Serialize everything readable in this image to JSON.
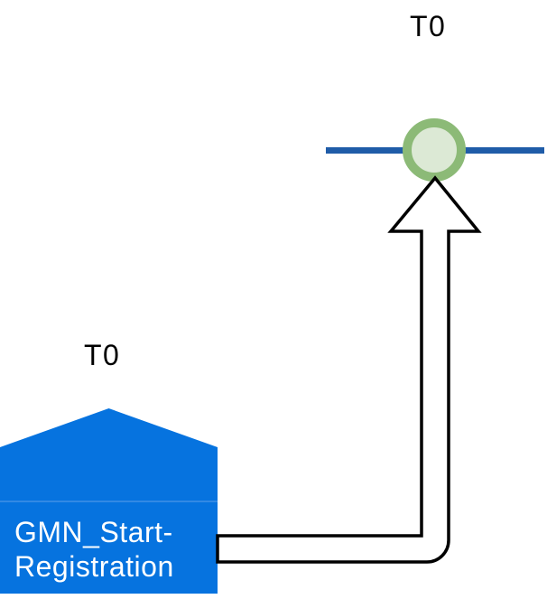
{
  "labels": {
    "timeline_t0": "T0",
    "block_t0": "T0"
  },
  "block": {
    "line1": "GMN_Start-",
    "line2": "Registration"
  },
  "colors": {
    "block_fill": "#0673DF",
    "block_divider": "#4E96E8",
    "block_text": "#FFFFFF",
    "timeline_line": "#1F5CA8",
    "marker_ring": "#8CBA77",
    "marker_fill": "#DCE9D5",
    "arrow_fill": "#FFFFFF",
    "arrow_stroke": "#000000",
    "label_text": "#000000"
  }
}
